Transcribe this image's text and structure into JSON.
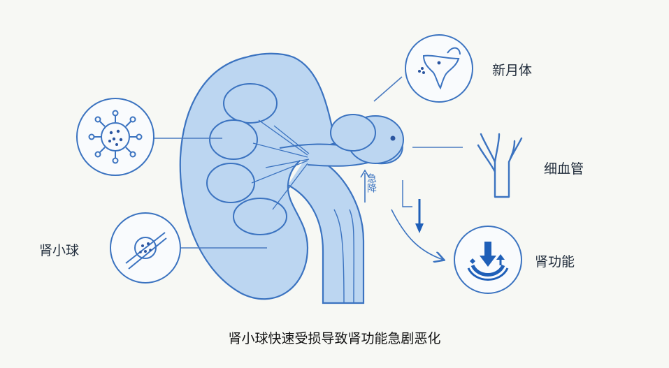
{
  "labels": {
    "crescent": "新月体",
    "capillary": "细血管",
    "glomerulus": "肾小球",
    "kidney_function": "肾功能",
    "decline": "急降"
  },
  "caption": "肾小球快速受损导致肾功能急剧恶化",
  "colors": {
    "kidney_fill": "#bcd6f1",
    "outline": "#3b73c0",
    "dark_blue": "#1f5fb8",
    "text": "#1f2b3a"
  }
}
